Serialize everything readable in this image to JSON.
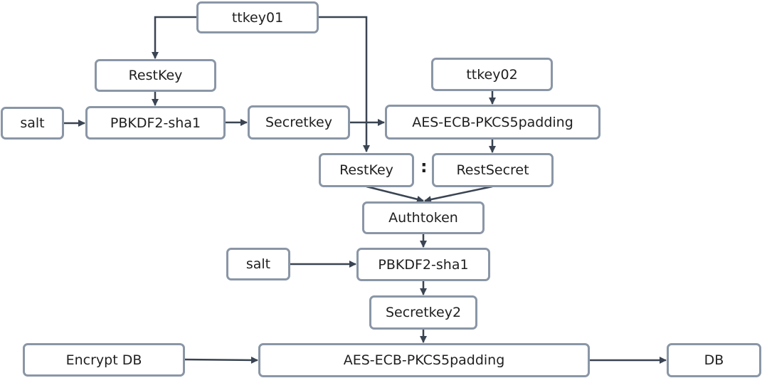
{
  "nodes": {
    "ttkey01": "ttkey01",
    "restkey_top": "RestKey",
    "salt_top": "salt",
    "pbkdf2_top": "PBKDF2-sha1",
    "secretkey": "Secretkey",
    "ttkey02": "ttkey02",
    "aes_top": "AES-ECB-PKCS5padding",
    "restkey_mid": "RestKey",
    "separator": ":",
    "restsecret": "RestSecret",
    "authtoken": "Authtoken",
    "salt_mid": "salt",
    "pbkdf2_mid": "PBKDF2-sha1",
    "secretkey2": "Secretkey2",
    "encrypt_db": "Encrypt DB",
    "aes_bottom": "AES-ECB-PKCS5padding",
    "db": "DB"
  },
  "colors": {
    "box_border": "#8a96a6",
    "arrow": "#3a4452",
    "text": "#1f1f1f"
  }
}
